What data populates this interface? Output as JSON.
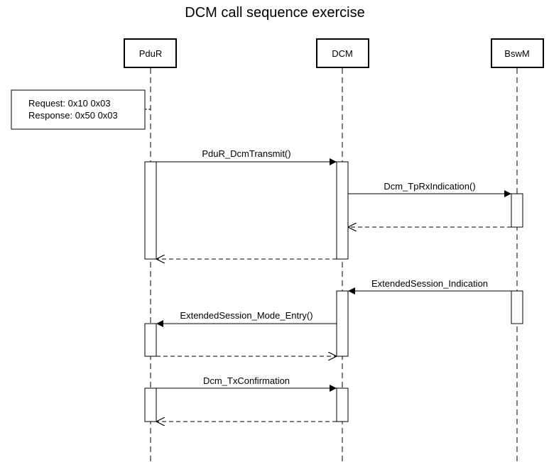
{
  "title": "DCM call sequence exercise",
  "participants": [
    {
      "id": "pdur",
      "label": "PduR"
    },
    {
      "id": "dcm",
      "label": "DCM"
    },
    {
      "id": "bswm",
      "label": "BswM"
    }
  ],
  "note": {
    "line1": "Request: 0x10 0x03",
    "line2": "Response: 0x50 0x03"
  },
  "messages": [
    {
      "from": "PduR",
      "to": "DCM",
      "label": "PduR_DcmTransmit()",
      "kind": "call"
    },
    {
      "from": "DCM",
      "to": "BswM",
      "label": "Dcm_TpRxIndication()",
      "kind": "call"
    },
    {
      "from": "BswM",
      "to": "DCM",
      "label": "",
      "kind": "return"
    },
    {
      "from": "DCM",
      "to": "PduR",
      "label": "",
      "kind": "return"
    },
    {
      "from": "BswM",
      "to": "DCM",
      "label": "ExtendedSession_Indication",
      "kind": "call"
    },
    {
      "from": "DCM",
      "to": "PduR",
      "label": "ExtendedSession_Mode_Entry()",
      "kind": "call"
    },
    {
      "from": "PduR",
      "to": "DCM",
      "label": "",
      "kind": "return"
    },
    {
      "from": "PduR",
      "to": "DCM",
      "label": "Dcm_TxConfirmation",
      "kind": "call"
    },
    {
      "from": "DCM",
      "to": "PduR",
      "label": "",
      "kind": "return"
    }
  ]
}
